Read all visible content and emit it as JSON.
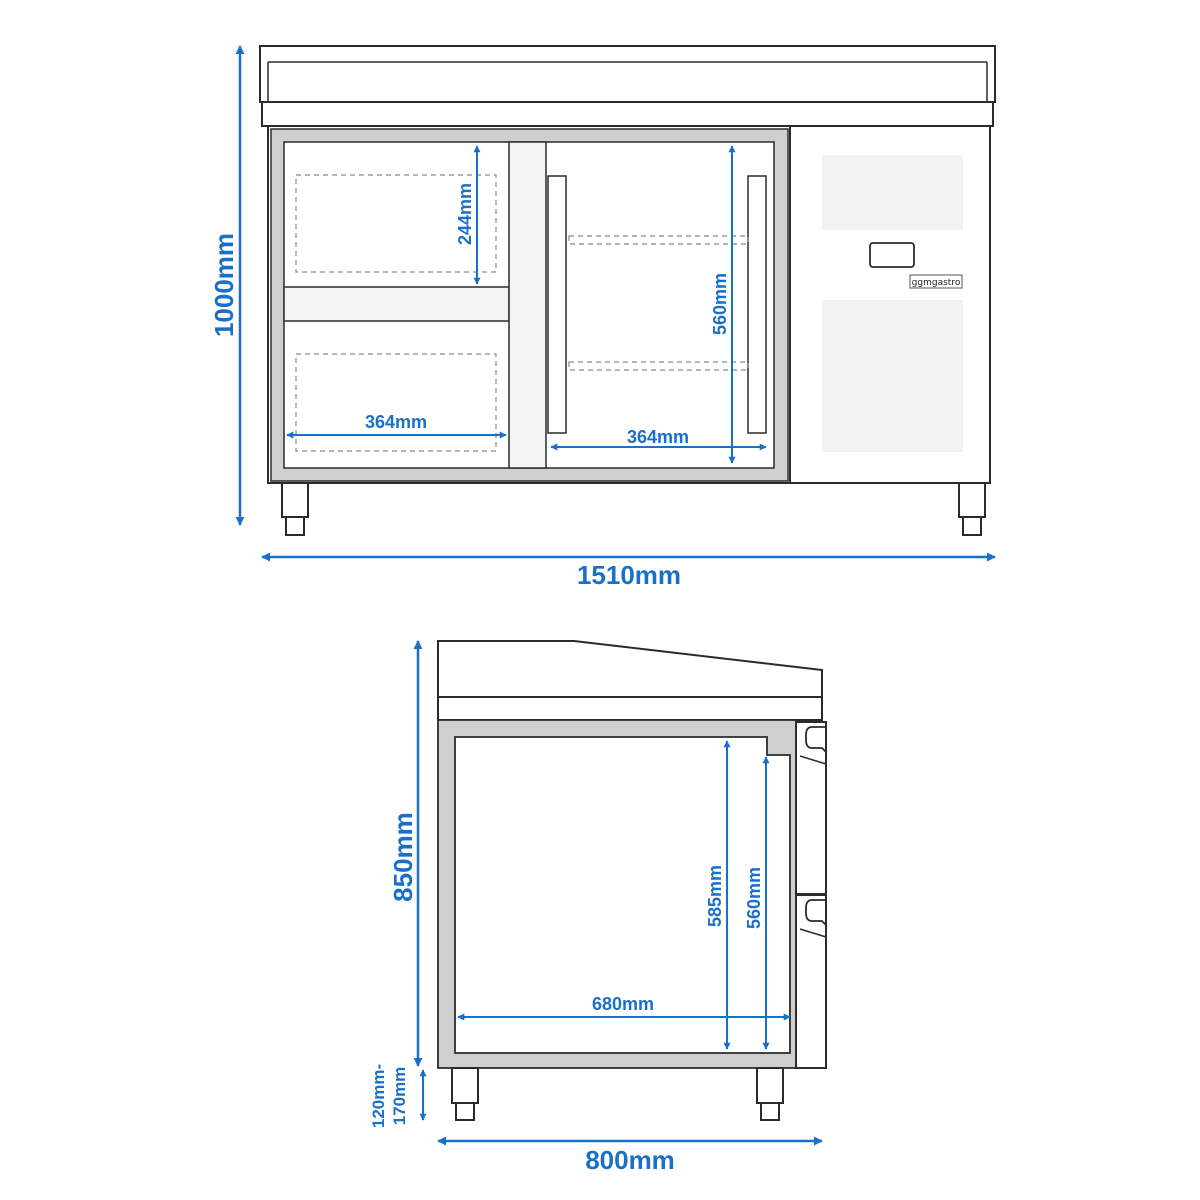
{
  "brand": "ggmgastro",
  "colors": {
    "dimension": "#1a6fc9",
    "outline": "#2b2b2b",
    "steel_frame": "#cfcfcf",
    "panel_fill": "#f2f2f2"
  },
  "front_view": {
    "height_label": "1000mm",
    "width_label": "1510mm",
    "container_height_label": "244mm",
    "left_width_label": "364mm",
    "right_width_label": "364mm",
    "inner_height_label": "560mm"
  },
  "side_view": {
    "height_label": "850mm",
    "leg_label_line1": "120mm-",
    "leg_label_line2": "170mm",
    "depth_label": "800mm",
    "inner_depth_label": "680mm",
    "inner_height_label_a": "585mm",
    "inner_height_label_b": "560mm"
  }
}
